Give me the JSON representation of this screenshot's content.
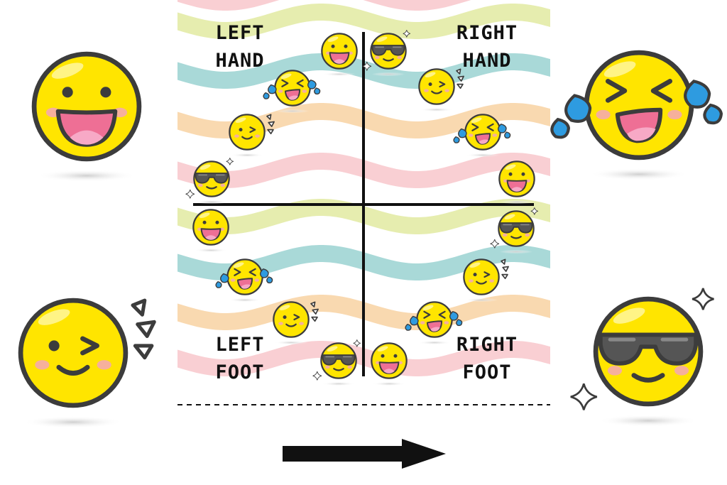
{
  "labels": {
    "left_hand_line1": "LEFT",
    "left_hand_line2": "HAND",
    "right_hand_line1": "RIGHT",
    "right_hand_line2": "HAND",
    "left_foot_line1": "LEFT",
    "left_foot_line2": "FOOT",
    "right_foot_line1": "RIGHT",
    "right_foot_line2": "FOOT"
  },
  "legend": {
    "grin": "left-hand",
    "laugh_tears": "right-hand",
    "wink": "left-foot",
    "sunglasses": "right-foot"
  },
  "wave_colors": [
    "#f9cfd3",
    "#e6edaf",
    "#a9d9d8",
    "#f9d9b0"
  ],
  "colors": {
    "face": "#ffe500",
    "outline": "#3c3c3c",
    "mouth": "#ee6f95",
    "tongue": "#f7a9c6",
    "cheek": "#f6b09c",
    "tear": "#2e9be0",
    "glasses": "#555555",
    "line": "#111111"
  },
  "track": [
    {
      "quadrant": "left-hand",
      "emoji": "grin"
    },
    {
      "quadrant": "left-hand",
      "emoji": "laugh_tears"
    },
    {
      "quadrant": "left-hand",
      "emoji": "wink"
    },
    {
      "quadrant": "left-hand",
      "emoji": "sunglasses"
    },
    {
      "quadrant": "right-hand",
      "emoji": "sunglasses"
    },
    {
      "quadrant": "right-hand",
      "emoji": "wink"
    },
    {
      "quadrant": "right-hand",
      "emoji": "laugh_tears"
    },
    {
      "quadrant": "right-hand",
      "emoji": "grin"
    },
    {
      "quadrant": "left-foot",
      "emoji": "grin"
    },
    {
      "quadrant": "left-foot",
      "emoji": "laugh_tears"
    },
    {
      "quadrant": "left-foot",
      "emoji": "wink"
    },
    {
      "quadrant": "left-foot",
      "emoji": "sunglasses"
    },
    {
      "quadrant": "right-foot",
      "emoji": "sunglasses"
    },
    {
      "quadrant": "right-foot",
      "emoji": "wink"
    },
    {
      "quadrant": "right-foot",
      "emoji": "laugh_tears"
    },
    {
      "quadrant": "right-foot",
      "emoji": "grin"
    }
  ]
}
